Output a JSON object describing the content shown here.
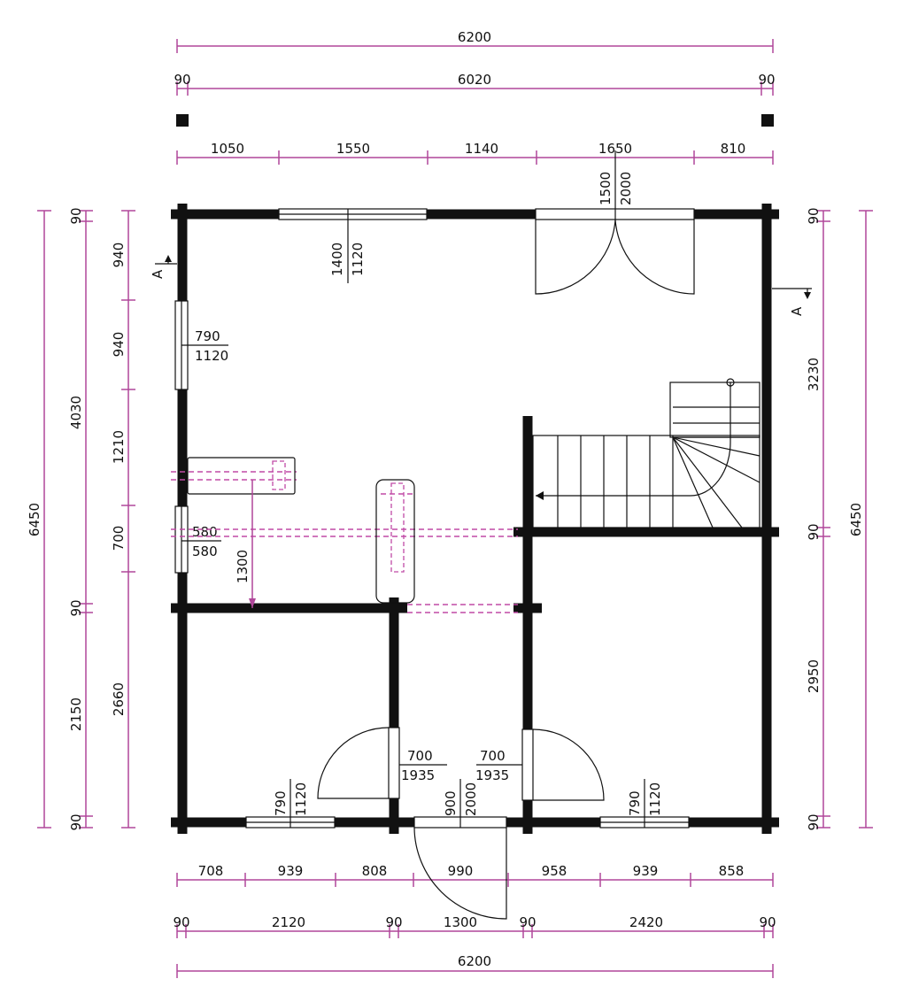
{
  "dimensions": {
    "top_overall": "6200",
    "top_wall_left": "90",
    "top_inner": "6020",
    "top_wall_right": "90",
    "top_segments": [
      "1050",
      "1550",
      "1140",
      "1650",
      "810"
    ],
    "bottom_segments": [
      "708",
      "939",
      "808",
      "990",
      "958",
      "939",
      "858"
    ],
    "bottom_rooms": [
      "90",
      "2120",
      "90",
      "1300",
      "90",
      "2420",
      "90"
    ],
    "bottom_overall": "6200",
    "left_outer_total": "6450",
    "left_mid": [
      "90",
      "4030",
      "90",
      "2150",
      "90"
    ],
    "left_inner": [
      "940",
      "940",
      "1210",
      "700",
      "2660"
    ],
    "right_mid": [
      "90",
      "3230",
      "90",
      "2950",
      "90"
    ],
    "right_outer_total": "6450",
    "stair_run": "1300"
  },
  "openings": {
    "top_window": {
      "w": "1400",
      "h": "1120"
    },
    "top_door": {
      "w": "1500",
      "h": "2000"
    },
    "left_window_1": {
      "w": "790",
      "h": "1120"
    },
    "left_window_2": {
      "w": "580",
      "h": "580"
    },
    "bath_door_left": {
      "w": "700",
      "h": "1935"
    },
    "bath_door_right": {
      "w": "700",
      "h": "1935"
    },
    "bottom_window_left": {
      "w": "790",
      "h": "1120"
    },
    "entry_door": {
      "w": "900",
      "h": "2000"
    },
    "bottom_window_right": {
      "w": "790",
      "h": "1120"
    }
  },
  "section_marks": {
    "left": "A",
    "right": "A"
  },
  "colors": {
    "dimension": "#b0479a",
    "wall": "#111111",
    "dashed": "#c04aa6"
  }
}
